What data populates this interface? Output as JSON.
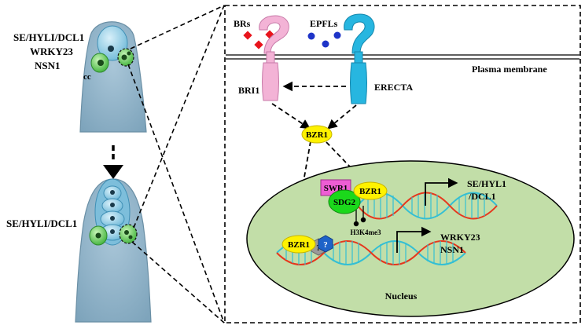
{
  "left_panel": {
    "top_genes": [
      "SE/HYLI/DCL1",
      "WRKY23",
      "NSN1"
    ],
    "cc_label": "cc",
    "bottom_genes": [
      "SE/HYLI/DCL1"
    ]
  },
  "right_panel": {
    "ligands": {
      "brs": "BRs",
      "epfls": "EPFLs"
    },
    "plasma_membrane": "Plasma membrane",
    "receptors": {
      "bri1": "BRI1",
      "erecta": "ERECTA"
    },
    "bzr1_cytoplasm": "BZR1",
    "nucleus_label": "Nucleus",
    "complex_1": {
      "swr1": "SWR1",
      "bzr1": "BZR1",
      "sdg2": "SDG2",
      "mark": "H3K4me3",
      "targets": [
        "SE/HYL1",
        "/DCL1"
      ]
    },
    "complex_2": {
      "bzr1": "BZR1",
      "unknown_1": "?",
      "unknown_2": "?",
      "targets": [
        "WRKY23",
        "NSN1"
      ]
    }
  },
  "colors": {
    "meristem_fill": "#8fb3c8",
    "cell_blue": "#a5d7ea",
    "green_cell": "#6dcf58",
    "bri1_pink": "#f3b3d6",
    "erecta_cyan": "#27b6e0",
    "brs_red": "#e8141c",
    "epfls_blue": "#1e34c8",
    "nucleus_green": "#c2dea8",
    "bzr1_yellow": "#fef200",
    "swr1_magenta": "#ee5dd4",
    "sdg2_green": "#1bd81b",
    "dna_cyan": "#34bfd4",
    "dna_red": "#e6371d",
    "hex_blue": "#1e63c8",
    "unknown_gray": "#9a9a9a"
  }
}
